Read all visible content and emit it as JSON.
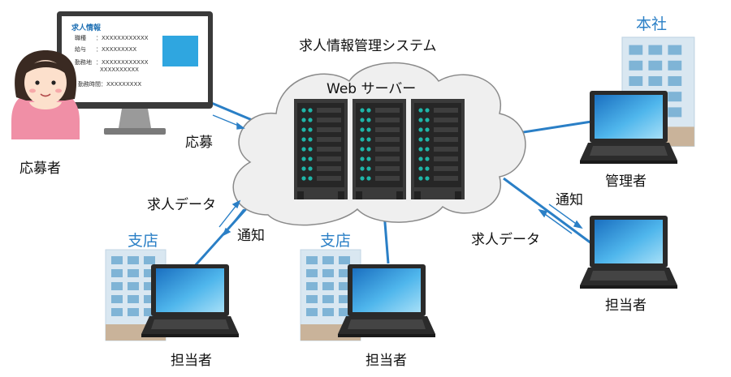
{
  "system_title": "求人情報管理システム",
  "server_label": "Web サーバー",
  "applicant": {
    "label": "応募者",
    "arrow_label": "応募",
    "monitor": {
      "title": "求人情報",
      "rows": [
        {
          "key": "職種",
          "value": "：XXXXXXXXXXXX"
        },
        {
          "key": "給与",
          "value": "：XXXXXXXXX"
        },
        {
          "key": "勤務地",
          "value": "：XXXXXXXXXXXX"
        },
        {
          "key": "",
          "value": "XXXXXXXXXX"
        },
        {
          "key": "勤務時間",
          "value": "：XXXXXXXXX"
        }
      ]
    }
  },
  "head_office": {
    "building_label": "本社",
    "user_label": "管理者"
  },
  "branch_left": {
    "building_label": "支店",
    "user_label": "担当者",
    "up_label": "求人データ",
    "down_label": "通知"
  },
  "branch_center": {
    "building_label": "支店",
    "user_label": "担当者"
  },
  "remote_staff": {
    "user_label": "担当者",
    "up_label": "求人データ",
    "down_label": "通知"
  },
  "colors": {
    "line": "#2a7fc6",
    "cloud": "#efefef",
    "server": "#3d3d3d",
    "led": "#1fb5a8",
    "screen": "#2fa6e0",
    "building": "#b8d4e6"
  }
}
